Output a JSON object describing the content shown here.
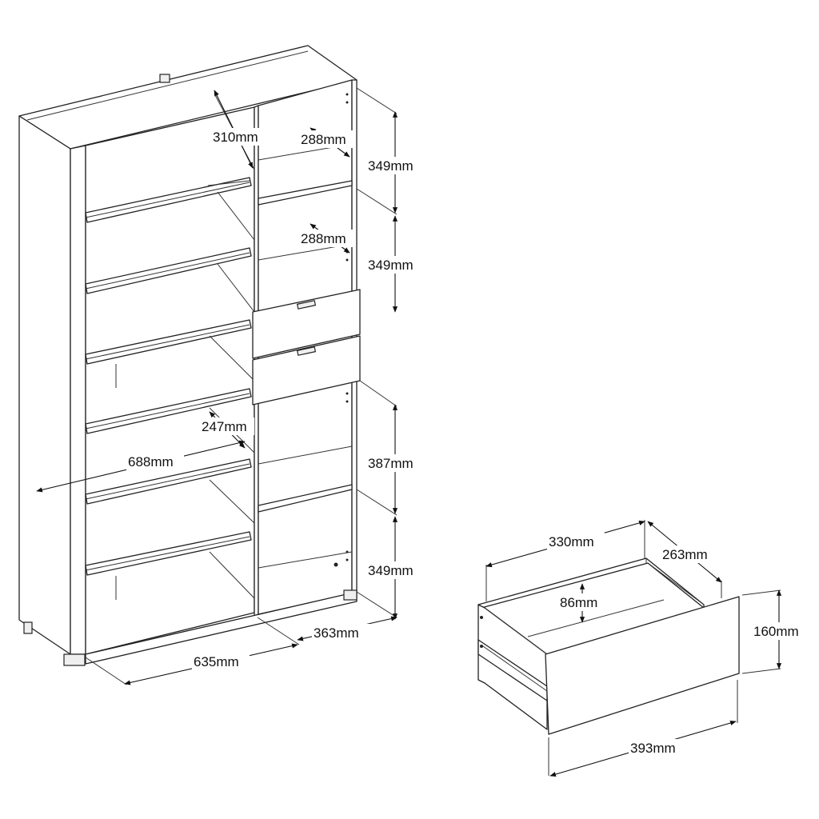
{
  "labels": {
    "depth_upper": "310mm",
    "shelf_depth_1": "288mm",
    "shelf_depth_2": "288mm",
    "height_1": "349mm",
    "height_2": "349mm",
    "height_3": "387mm",
    "height_4": "349mm",
    "shelf_gap": "247mm",
    "width_left": "688mm",
    "width_front": "635mm",
    "width_right": "363mm",
    "drawer_width_inner": "330mm",
    "drawer_depth": "263mm",
    "drawer_inner_height": "86mm",
    "drawer_height": "160mm",
    "drawer_front_width": "393mm"
  }
}
